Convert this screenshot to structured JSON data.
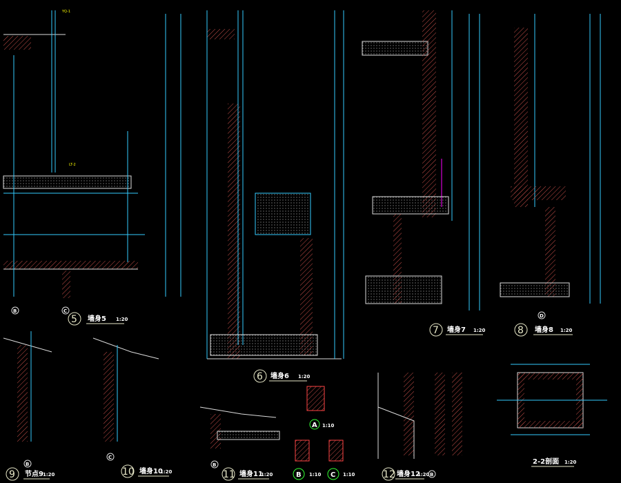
{
  "drawing": {
    "details": [
      {
        "id": "5",
        "title": "墙身5",
        "scale": "1:20"
      },
      {
        "id": "6",
        "title": "墙身6",
        "scale": "1:20"
      },
      {
        "id": "7",
        "title": "墙身7",
        "scale": "1:20"
      },
      {
        "id": "8",
        "title": "墙身8",
        "scale": "1:20"
      },
      {
        "id": "9",
        "title": "节点9",
        "scale": "1:20"
      },
      {
        "id": "10",
        "title": "墙身10",
        "scale": "1:20"
      },
      {
        "id": "11",
        "title": "墙身11",
        "scale": "1:20"
      },
      {
        "id": "12",
        "title": "墙身12",
        "scale": "1:20"
      }
    ],
    "sections": [
      {
        "id": "A",
        "scale": "1:10"
      },
      {
        "id": "B",
        "scale": "1:10"
      },
      {
        "id": "C",
        "scale": "1:10"
      }
    ],
    "section_2_2": {
      "title": "2-2剖面",
      "scale": "1:20"
    },
    "axis_markers": [
      "B",
      "C",
      "B",
      "B",
      "D",
      "B",
      "C"
    ],
    "colors": {
      "background": "#000000",
      "dim": "#33ccff",
      "text": "#ffff00",
      "wall": "#dddddd",
      "accent": "#ff4444"
    }
  }
}
